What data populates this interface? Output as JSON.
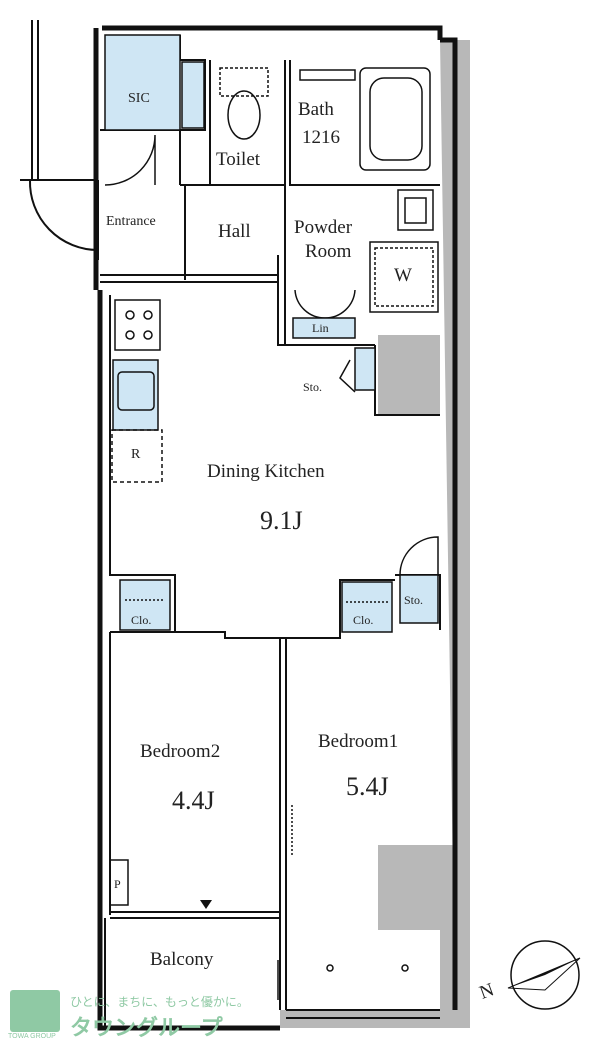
{
  "rooms": {
    "sic": "SIC",
    "toilet": "Toilet",
    "bath_name": "Bath",
    "bath_size": "1216",
    "entrance": "Entrance",
    "hall": "Hall",
    "powder_line1": "Powder",
    "powder_line2": "Room",
    "washer": "W",
    "linen": "Lin",
    "storage": "Sto.",
    "fridge": "R",
    "dining_kitchen": "Dining Kitchen",
    "dining_kitchen_size": "9.1J",
    "closet": "Clo.",
    "bedroom1": "Bedroom1",
    "bedroom1_size": "5.4J",
    "bedroom2": "Bedroom2",
    "bedroom2_size": "4.4J",
    "pipe_space": "P",
    "balcony": "Balcony"
  },
  "compass": {
    "north": "N"
  },
  "watermark": {
    "logo_text": "TOWA GROUP",
    "tagline": "ひとに、まちに、もっと優かに。",
    "brand": "タウングループ"
  },
  "colors": {
    "wall": "#111111",
    "storage_fill": "#cfe6f4",
    "column_fill": "#b8b8b8",
    "watermark": "#8fc9a4"
  }
}
